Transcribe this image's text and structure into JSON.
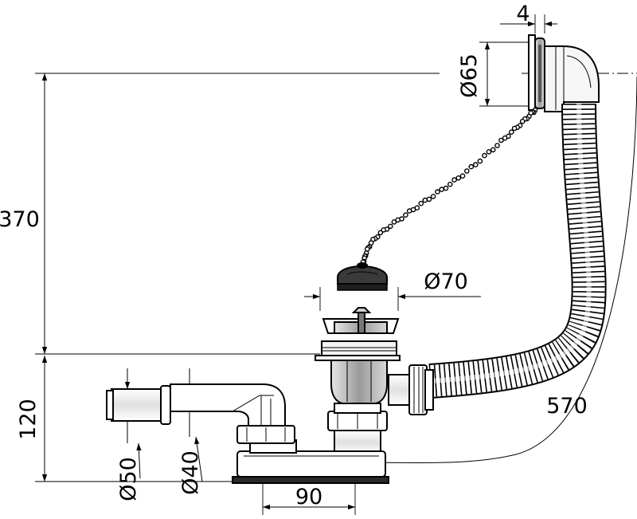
{
  "diagram": {
    "dimensions": {
      "overflow_width": "4",
      "overflow_diameter": "Ø65",
      "vertical_height": "370",
      "plug_diameter": "Ø70",
      "trap_height": "120",
      "outlet_outer_diameter": "Ø50",
      "outlet_inner_diameter": "Ø40",
      "trap_width": "90",
      "hose_length": "570"
    },
    "colors": {
      "line": "#000000",
      "fill_light": "#f2f2f2",
      "fill_mid": "#bdbdbd",
      "fill_dark": "#2a2a2a"
    }
  }
}
